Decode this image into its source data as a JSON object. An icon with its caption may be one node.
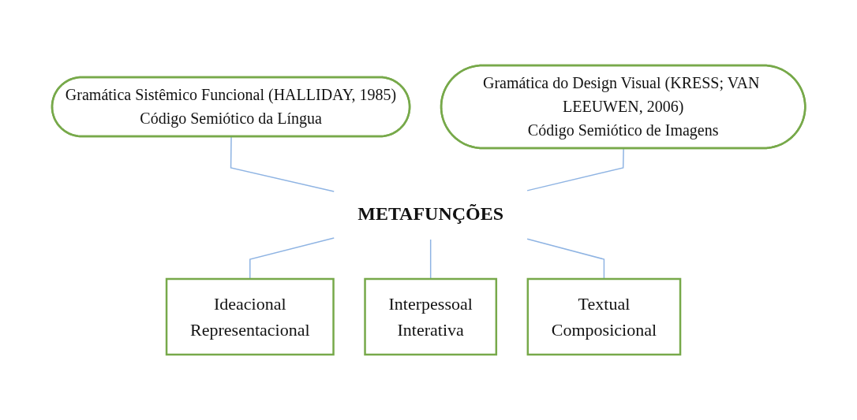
{
  "diagram": {
    "nodes": [
      {
        "text": [
          "Gramática Sistêmico Funcional (HALLIDAY, 1985)",
          "Código Semiótico da Língua"
        ]
      },
      {
        "text": [
          "Gramática do Design Visual (KRESS; VAN LEEUWEN, 2006)",
          "Código Semiótico de Imagens"
        ]
      },
      {
        "text": [
          "METAFUNÇÕES"
        ]
      },
      {
        "text": [
          "Ideacional",
          "Representacional"
        ]
      },
      {
        "text": [
          "Interpessoal",
          "Interativa"
        ]
      },
      {
        "text": [
          "Textual",
          "Composicional"
        ]
      }
    ],
    "edges": [
      {
        "from": 0,
        "to": 2,
        "arrow": "none"
      },
      {
        "from": 1,
        "to": 2,
        "arrow": "none"
      },
      {
        "from": 2,
        "to": 3,
        "arrow": "none"
      },
      {
        "from": 2,
        "to": 4,
        "arrow": "none"
      },
      {
        "from": 2,
        "to": 5,
        "arrow": "none"
      }
    ]
  }
}
